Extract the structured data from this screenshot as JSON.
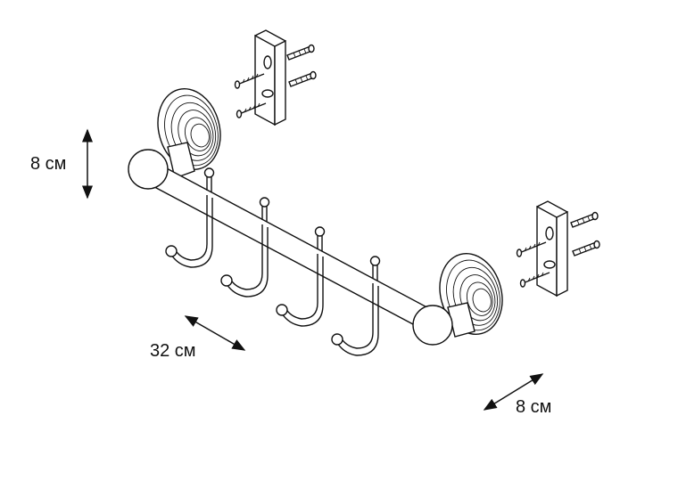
{
  "dimensions": {
    "height_label": "8 см",
    "length_label": "32 см",
    "depth_label": "8 см"
  }
}
